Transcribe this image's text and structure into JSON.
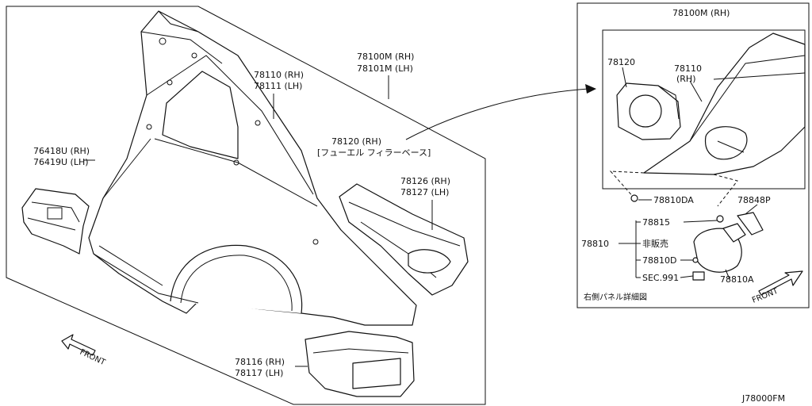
{
  "main_view": {
    "callouts": {
      "quarter_panel": [
        "78100M (RH)",
        "78101M (LH)"
      ],
      "inner_panel": [
        "78110 (RH)",
        "78111 (LH)"
      ],
      "filler_base": [
        "78120 (RH)",
        "[フューエル フィラーベース]"
      ],
      "extension": [
        "76418U (RH)",
        "76419U (LH)"
      ],
      "rear_pillar": [
        "78126 (RH)",
        "78127 (LH)"
      ],
      "lower_extension": [
        "78116 (RH)",
        "78117 (LH)"
      ]
    },
    "front_arrow": "FRONT"
  },
  "detail_view": {
    "title": "78100M (RH)",
    "callouts": {
      "filler_base": "78120",
      "inner_panel": [
        "78110",
        "(RH)"
      ],
      "part_da": "78810DA",
      "part_p": "78848P",
      "part_b15": "78815",
      "group": "78810",
      "not_sold": "非販売",
      "part_d": "78810D",
      "sec": "SEC.991",
      "part_a": "78810A"
    },
    "caption": "右側パネル詳細図",
    "front_arrow": "FRONT"
  },
  "diagram_code": "J78000FM"
}
